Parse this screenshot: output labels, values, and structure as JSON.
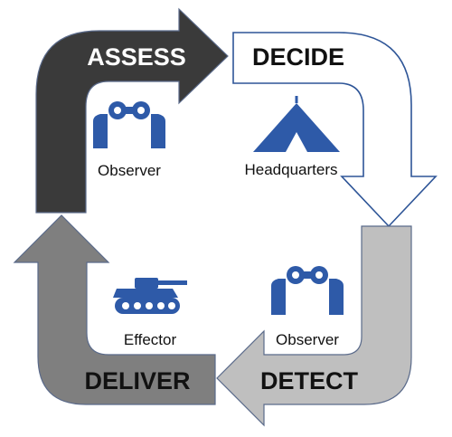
{
  "stages": {
    "assess": "ASSESS",
    "decide": "DECIDE",
    "detect": "DETECT",
    "deliver": "DELIVER"
  },
  "nodes": [
    {
      "label": "Observer",
      "icon": "binoculars-observer-icon"
    },
    {
      "label": "Headquarters",
      "icon": "tent-icon"
    },
    {
      "label": "Observer",
      "icon": "binoculars-observer-icon"
    },
    {
      "label": "Effector",
      "icon": "tank-icon"
    }
  ],
  "colors": {
    "assess": "#3a3a3a",
    "decide": "#ffffff",
    "decide_outline": "#2e5597",
    "detect": "#bfbfbf",
    "deliver": "#7f7f7f",
    "icon": "#2e5aa8",
    "arrow_edge": "#5a6a8a"
  }
}
